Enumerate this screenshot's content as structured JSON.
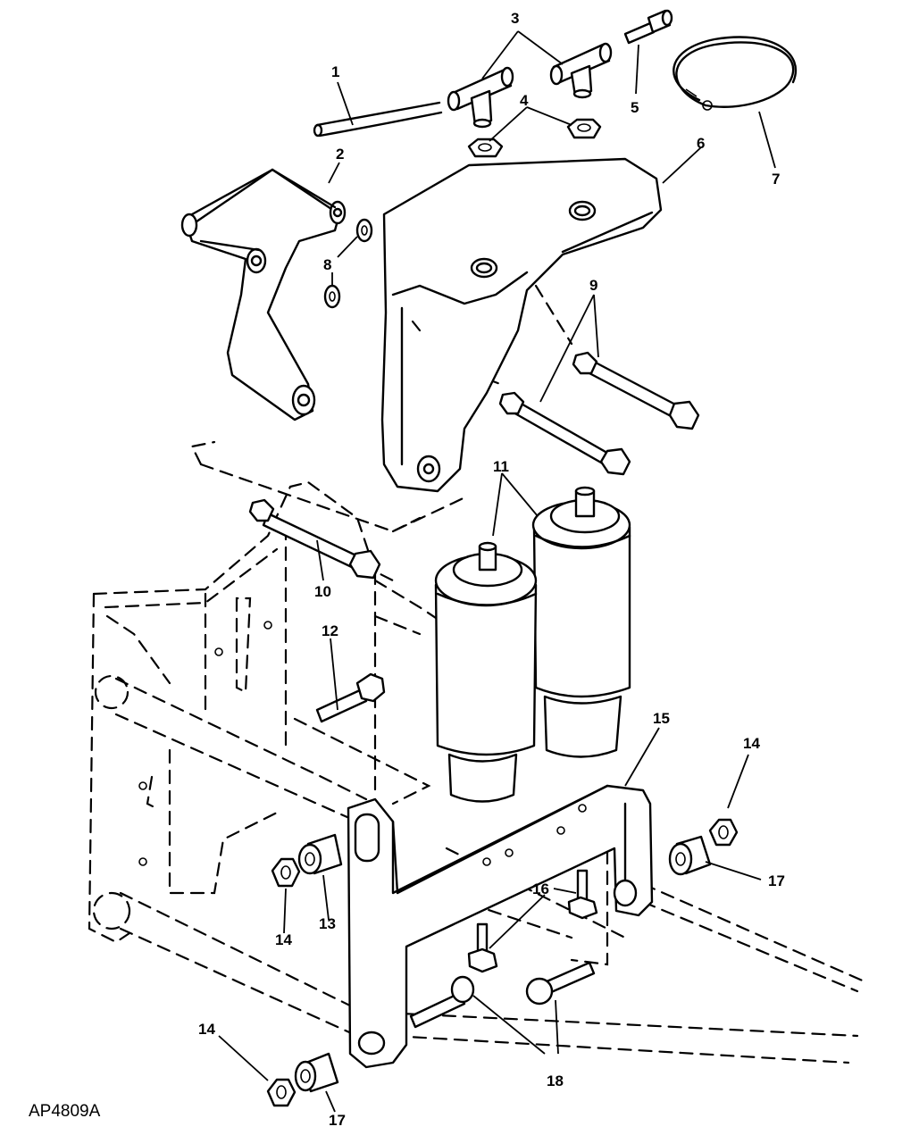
{
  "drawing": {
    "code": "AP4809A",
    "callouts": {
      "c1": "1",
      "c2": "2",
      "c3": "3",
      "c4": "4",
      "c5": "5",
      "c6": "6",
      "c7": "7",
      "c8": "8",
      "c9": "9",
      "c10": "10",
      "c11": "11",
      "c12": "12",
      "c13": "13",
      "c14a": "14",
      "c14b": "14",
      "c14c": "14",
      "c15": "15",
      "c16": "16",
      "c17a": "17",
      "c17b": "17",
      "c18": "18"
    }
  }
}
